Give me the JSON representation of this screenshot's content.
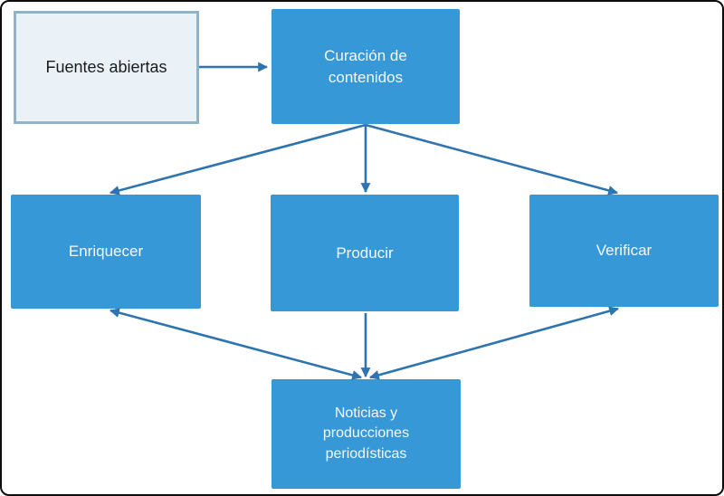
{
  "diagram": {
    "nodes": {
      "fuentes": {
        "id": "fuentes",
        "label": "Fuentes abiertas"
      },
      "curacion": {
        "id": "curacion",
        "label": "Curación de contenidos"
      },
      "enriquecer": {
        "id": "enriquecer",
        "label": "Enriquecer"
      },
      "producir": {
        "id": "producir",
        "label": "Producir"
      },
      "verificar": {
        "id": "verificar",
        "label": "Verificar"
      },
      "noticias": {
        "id": "noticias",
        "label": "Noticias y producciones periodísticas"
      }
    },
    "edges": [
      {
        "from": "fuentes",
        "to": "curacion",
        "bidirectional": false
      },
      {
        "from": "curacion",
        "to": "enriquecer",
        "bidirectional": false
      },
      {
        "from": "curacion",
        "to": "producir",
        "bidirectional": false
      },
      {
        "from": "curacion",
        "to": "verificar",
        "bidirectional": false
      },
      {
        "from": "enriquecer",
        "to": "noticias",
        "bidirectional": true
      },
      {
        "from": "producir",
        "to": "noticias",
        "bidirectional": false
      },
      {
        "from": "verificar",
        "to": "noticias",
        "bidirectional": true
      }
    ],
    "colors": {
      "node_fill": "#3798d7",
      "node_text": "#f4f9fd",
      "source_fill": "#eaf2f8",
      "source_border": "#8fb4c9",
      "source_text": "#1b1b1b",
      "arrow": "#2d74b0"
    }
  }
}
